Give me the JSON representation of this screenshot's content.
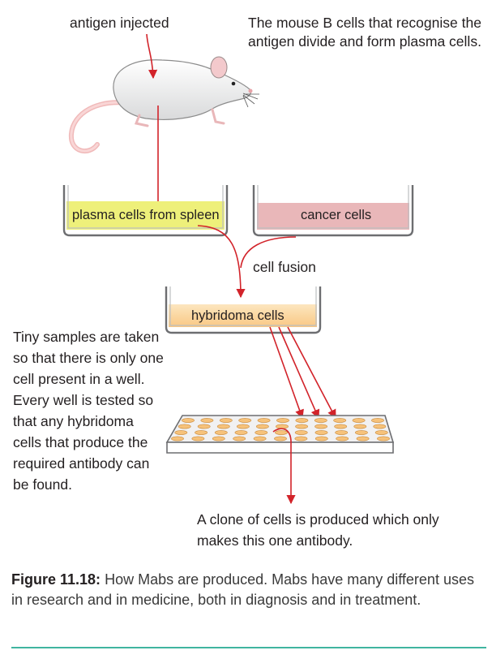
{
  "labels": {
    "antigen_injected": "antigen injected",
    "b_cells_note": "The mouse B cells that recognise the antigen divide and form plasma cells.",
    "plasma_cells": "plasma cells from spleen",
    "cancer_cells": "cancer cells",
    "cell_fusion": "cell fusion",
    "hybridoma_cells": "hybridoma cells",
    "samples_note": "Tiny samples are taken so that there is only one cell present in a well. Every well is tested so that any hybridoma cells that produce the required antibody can be found.",
    "clone_note": "A clone of cells is produced which only makes this one antibody."
  },
  "caption": {
    "figure_label": "Figure 11.18:",
    "text": " How Mabs are produced. Mabs have many different uses in research and in medicine, both in diagnosis and in treatment."
  },
  "colors": {
    "arrow": "#d2232a",
    "plasma_fill": "#eef07a",
    "cancer_fill": "#e9b7b9",
    "hybridoma_fill": "#fbd9a0",
    "well_fill": "#f6c27b",
    "rule": "#3fb5a0"
  }
}
